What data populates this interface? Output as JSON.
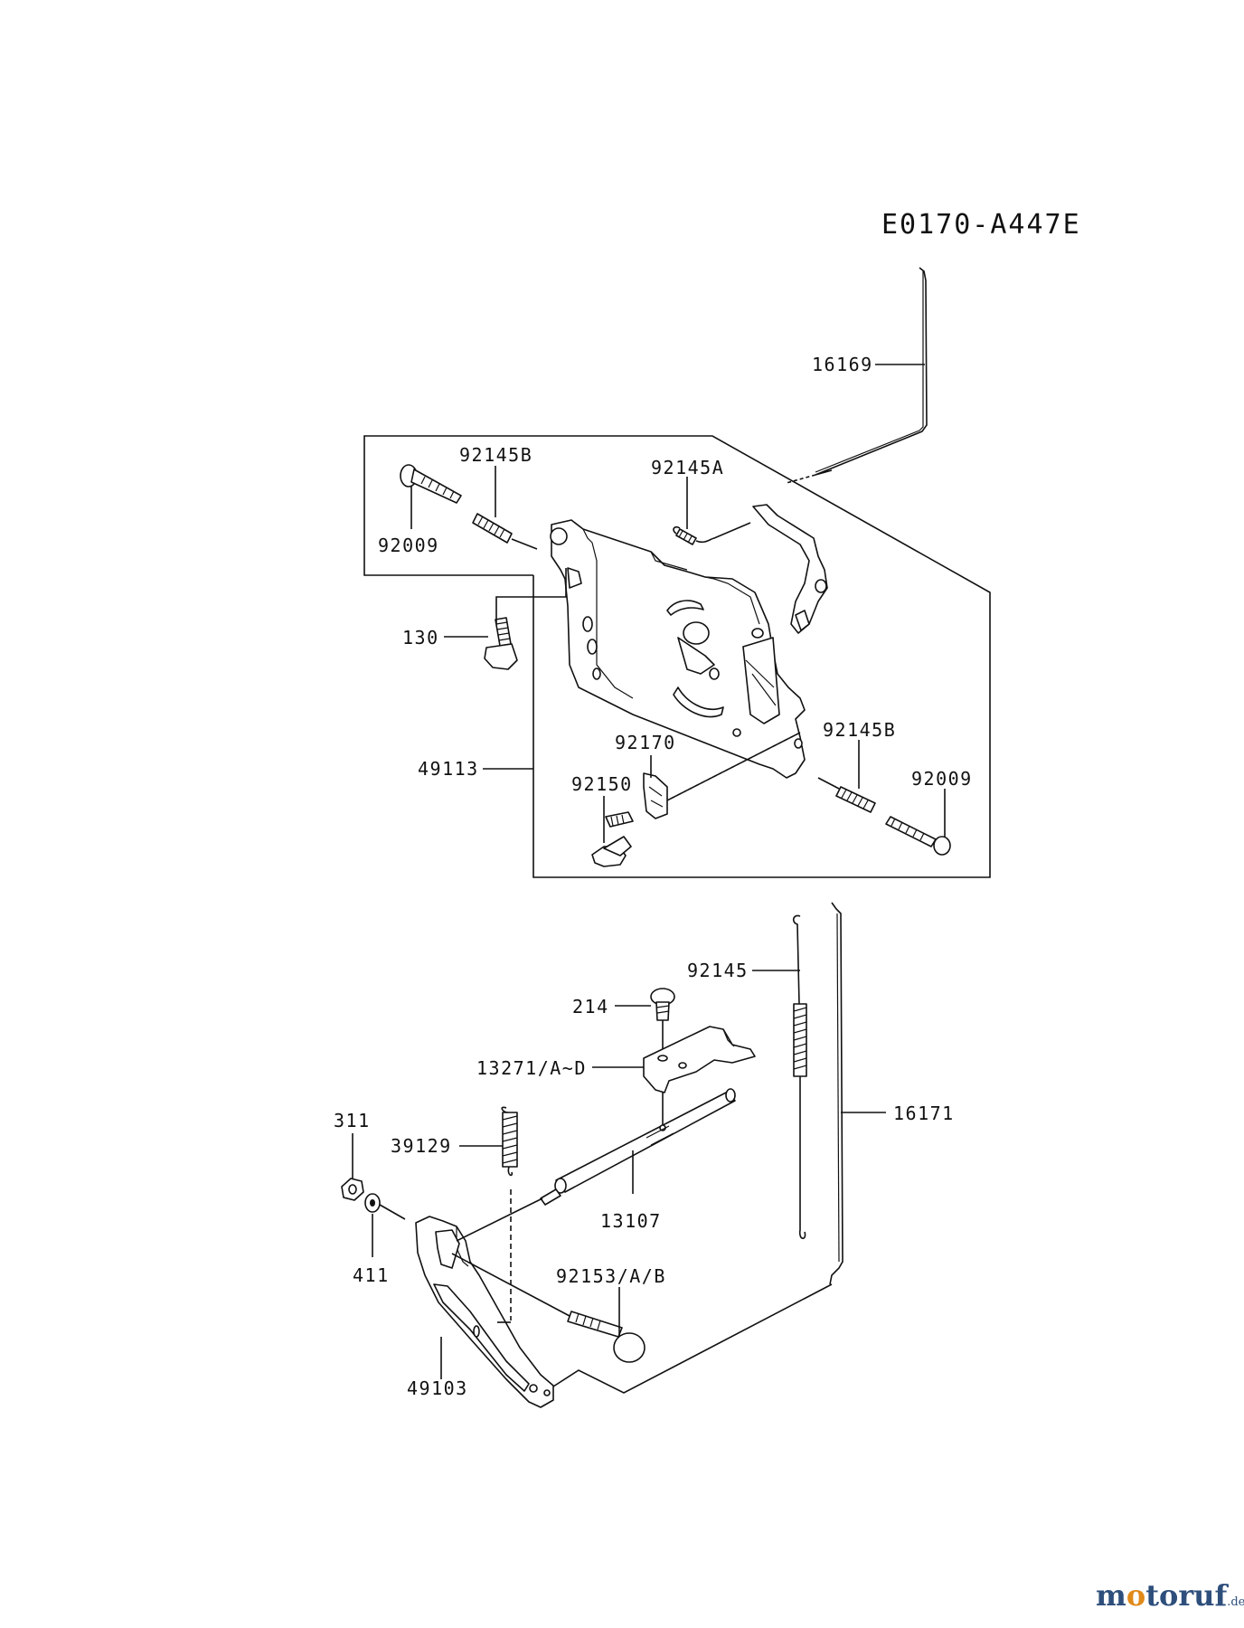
{
  "diagram": {
    "code": "E0170-A447E",
    "labels": {
      "p16169": "16169",
      "p92145B_top": "92145B",
      "p92145A": "92145A",
      "p92009_top": "92009",
      "p130": "130",
      "p49113": "49113",
      "p92170": "92170",
      "p92145B_bot": "92145B",
      "p92150": "92150",
      "p92009_bot": "92009",
      "p92145": "92145",
      "p214": "214",
      "p13271": "13271/A~D",
      "p16171": "16171",
      "p311": "311",
      "p39129": "39129",
      "p13107": "13107",
      "p411": "411",
      "p92153": "92153/A/B",
      "p49103": "49103"
    }
  },
  "watermark": {
    "prefix": "m",
    "o": "o",
    "suffix": "toruf",
    "tld": ".de"
  }
}
